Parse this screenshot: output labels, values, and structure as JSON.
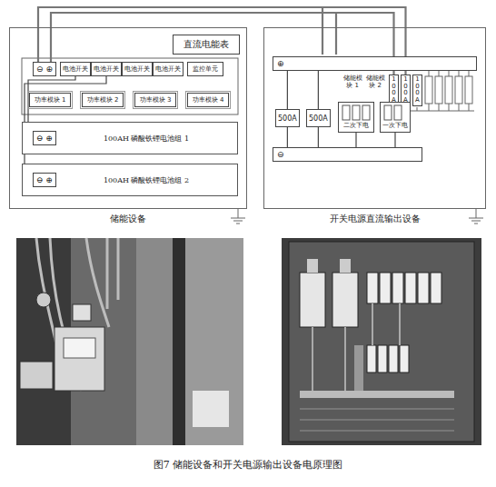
{
  "diagram": {
    "caption": "图7 储能设备和开关电源输出设备电原理图",
    "nodes": [
      {
        "text": [
          "储能设备"
        ]
      },
      {
        "text": [
          "直流电能表"
        ],
        "in": 0
      },
      {
        "text": [
          "⊖",
          "⊕"
        ],
        "in": 0
      },
      {
        "text": [
          "电池开关"
        ],
        "in": 0
      },
      {
        "text": [
          "电池开关"
        ],
        "in": 0
      },
      {
        "text": [
          "电池开关"
        ],
        "in": 0
      },
      {
        "text": [
          "电池开关"
        ],
        "in": 0
      },
      {
        "text": [
          "监控单元"
        ],
        "in": 0
      },
      {
        "text": [
          "功率模块 1"
        ],
        "in": 0
      },
      {
        "text": [
          "功率模块 2"
        ],
        "in": 0
      },
      {
        "text": [
          "功率模块 3"
        ],
        "in": 0
      },
      {
        "text": [
          "功率模块 4"
        ],
        "in": 0
      },
      {
        "text": [
          "100AH 磷酸铁锂电池组 1"
        ],
        "in": 0
      },
      {
        "text": [
          "⊖",
          "⊕"
        ],
        "in": 12
      },
      {
        "text": [
          "100AH 磷酸铁锂电池组 2"
        ],
        "in": 0
      },
      {
        "text": [
          "⊖",
          "⊕"
        ],
        "in": 14
      },
      {
        "text": [
          "开关电源直流输出设备"
        ]
      },
      {
        "text": [
          "⊕"
        ],
        "in": 16
      },
      {
        "text": [
          "100A"
        ],
        "in": 16
      },
      {
        "text": [
          "100A"
        ],
        "in": 16
      },
      {
        "text": [
          "100A"
        ],
        "in": 16
      },
      {
        "text": [
          "500A"
        ],
        "in": 16
      },
      {
        "text": [
          "500A"
        ],
        "in": 16
      },
      {
        "text": [
          "二次下电"
        ],
        "in": 16
      },
      {
        "text": [
          "一次下电"
        ],
        "in": 16
      },
      {
        "text": [
          "⊖"
        ],
        "in": 16
      }
    ],
    "edges": [
      {
        "from": 2,
        "to": 19,
        "arrow": "none"
      },
      {
        "from": 2,
        "to": 18,
        "arrow": "none"
      },
      {
        "from": 13,
        "to": 3,
        "arrow": "none"
      },
      {
        "from": 15,
        "to": 4,
        "arrow": "none"
      },
      {
        "from": 21,
        "to": 25,
        "arrow": "none"
      },
      {
        "from": 22,
        "to": 25,
        "arrow": "none"
      },
      {
        "from": 23,
        "to": 25,
        "arrow": "none"
      },
      {
        "from": 24,
        "to": 25,
        "arrow": "none"
      },
      {
        "from": 17,
        "to": 21,
        "arrow": "none"
      },
      {
        "from": 17,
        "to": 22,
        "arrow": "none"
      }
    ],
    "labels": [
      "储能模块 1",
      "储能模块 2"
    ]
  }
}
